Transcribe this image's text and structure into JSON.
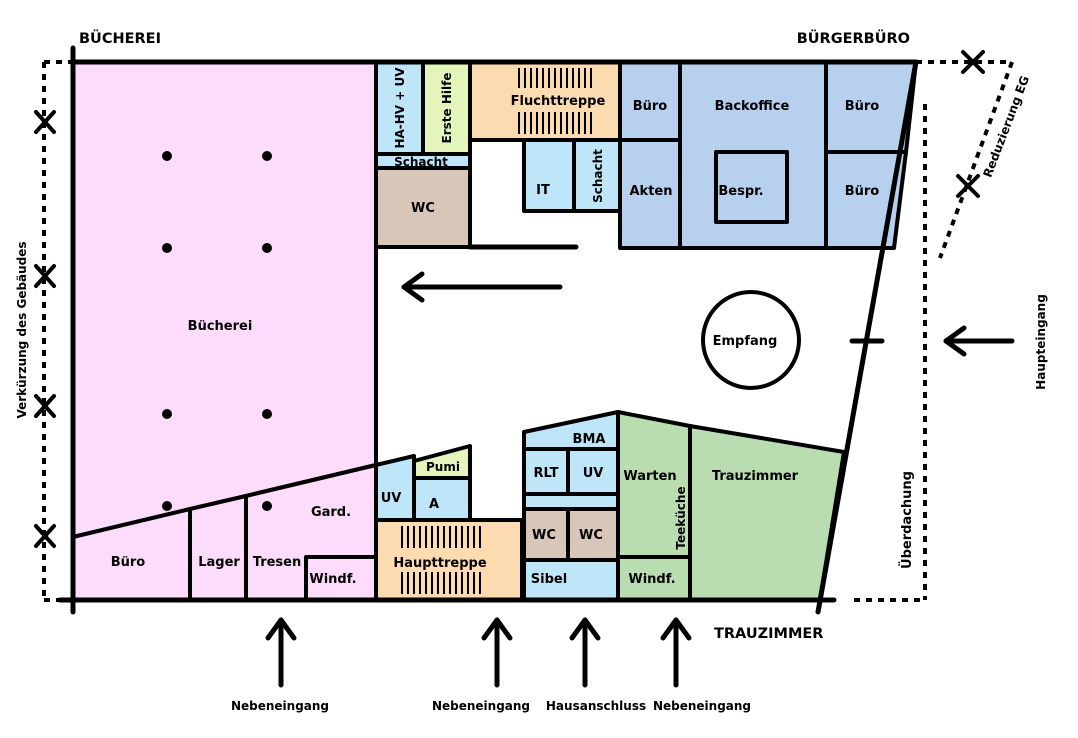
{
  "colors": {
    "library": "#fcdcfa",
    "service": "#bfe6f8",
    "office": "#b7d0ee",
    "stair": "#fcdbb0",
    "wc": "#d8c6b8",
    "green": "#b9dcb1",
    "lime": "#e4f5bc"
  },
  "edge_labels": {
    "buecherei": "BÜCHEREI",
    "buergerbuero": "BÜRGERBÜRO",
    "trauzimmer": "TRAUZIMMER",
    "verkuerzung": "Verkürzung des Gebäudes",
    "reduzierung": "Reduzierung EG",
    "ueberdachung": "Überdachung"
  },
  "entrances": {
    "haupteingang": "Haupteingang",
    "nebeneingang_1": "Nebeneingang",
    "nebeneingang_2": "Nebeneingang",
    "hausanschluss": "Hausanschluss",
    "nebeneingang_3": "Nebeneingang"
  },
  "rooms": {
    "buecherei": "Bücherei",
    "haHvUv": "HA-HV + UV",
    "ersteHilfe": "Erste Hilfe",
    "fluchttreppe": "Fluchttreppe",
    "buero_top": "Büro",
    "backoffice": "Backoffice",
    "buero_right_top": "Büro",
    "schacht_top": "Schacht",
    "wc_top": "WC",
    "it": "IT",
    "schacht_mid": "Schacht",
    "akten": "Akten",
    "bespr": "Bespr.",
    "buero_right_bottom": "Büro",
    "empfang": "Empfang",
    "bma": "BMA",
    "rlt": "RLT",
    "uv_mid": "UV",
    "warten": "Warten",
    "trauzimmer": "Trauzimmer",
    "teekueche": "Teeküche",
    "pumi": "Pumi",
    "uv_left": "UV",
    "a": "A",
    "gard": "Gard.",
    "wc_bottom_1": "WC",
    "wc_bottom_2": "WC",
    "buero_bottom": "Büro",
    "lager": "Lager",
    "tresen": "Tresen",
    "windf_left": "Windf.",
    "haupttreppe": "Haupttreppe",
    "sibel": "Sibel",
    "windf_right": "Windf."
  }
}
